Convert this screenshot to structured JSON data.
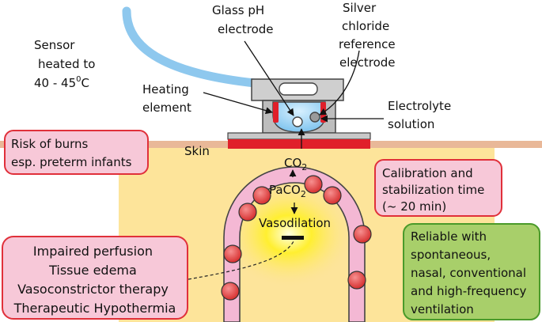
{
  "labels": {
    "sensor": [
      "Sensor",
      "heated to",
      "40 - 45",
      "0",
      "C"
    ],
    "glass_electrode": [
      "Glass pH",
      "electrode"
    ],
    "silver_electrode": [
      "Silver",
      "chloride",
      "reference",
      "electrode"
    ],
    "heating_element": [
      "Heating",
      "element"
    ],
    "electrolyte": [
      "Electrolyte",
      "solution"
    ],
    "skin": "Skin",
    "co2": "CO",
    "co2_sub": "2",
    "paco2": "PaCO",
    "paco2_sub": "2",
    "vasodilation": "Vasodilation"
  },
  "boxes": {
    "burns": [
      "Risk of burns",
      "esp. preterm infants"
    ],
    "calibration": [
      "Calibration and",
      "stabilization time",
      "(~ 20 min)"
    ],
    "perfusion": [
      "Impaired perfusion",
      "Tissue edema",
      "Vasoconstrictor therapy",
      "Therapeutic Hypothermia"
    ],
    "reliable": [
      "Reliable with",
      "spontaneous,",
      "nasal, conventional",
      "and high-frequency",
      "ventilation"
    ]
  },
  "colors": {
    "tissue": "#fde49a",
    "skin": "#e9b898",
    "heater": "#e0202a",
    "pink_box": "#f7c8d8",
    "pink_border": "#e0303a",
    "green_box": "#a8cf6a",
    "green_border": "#4a9a2a",
    "vessel": "#f4b8d4",
    "cable": "#8ec8ee"
  }
}
